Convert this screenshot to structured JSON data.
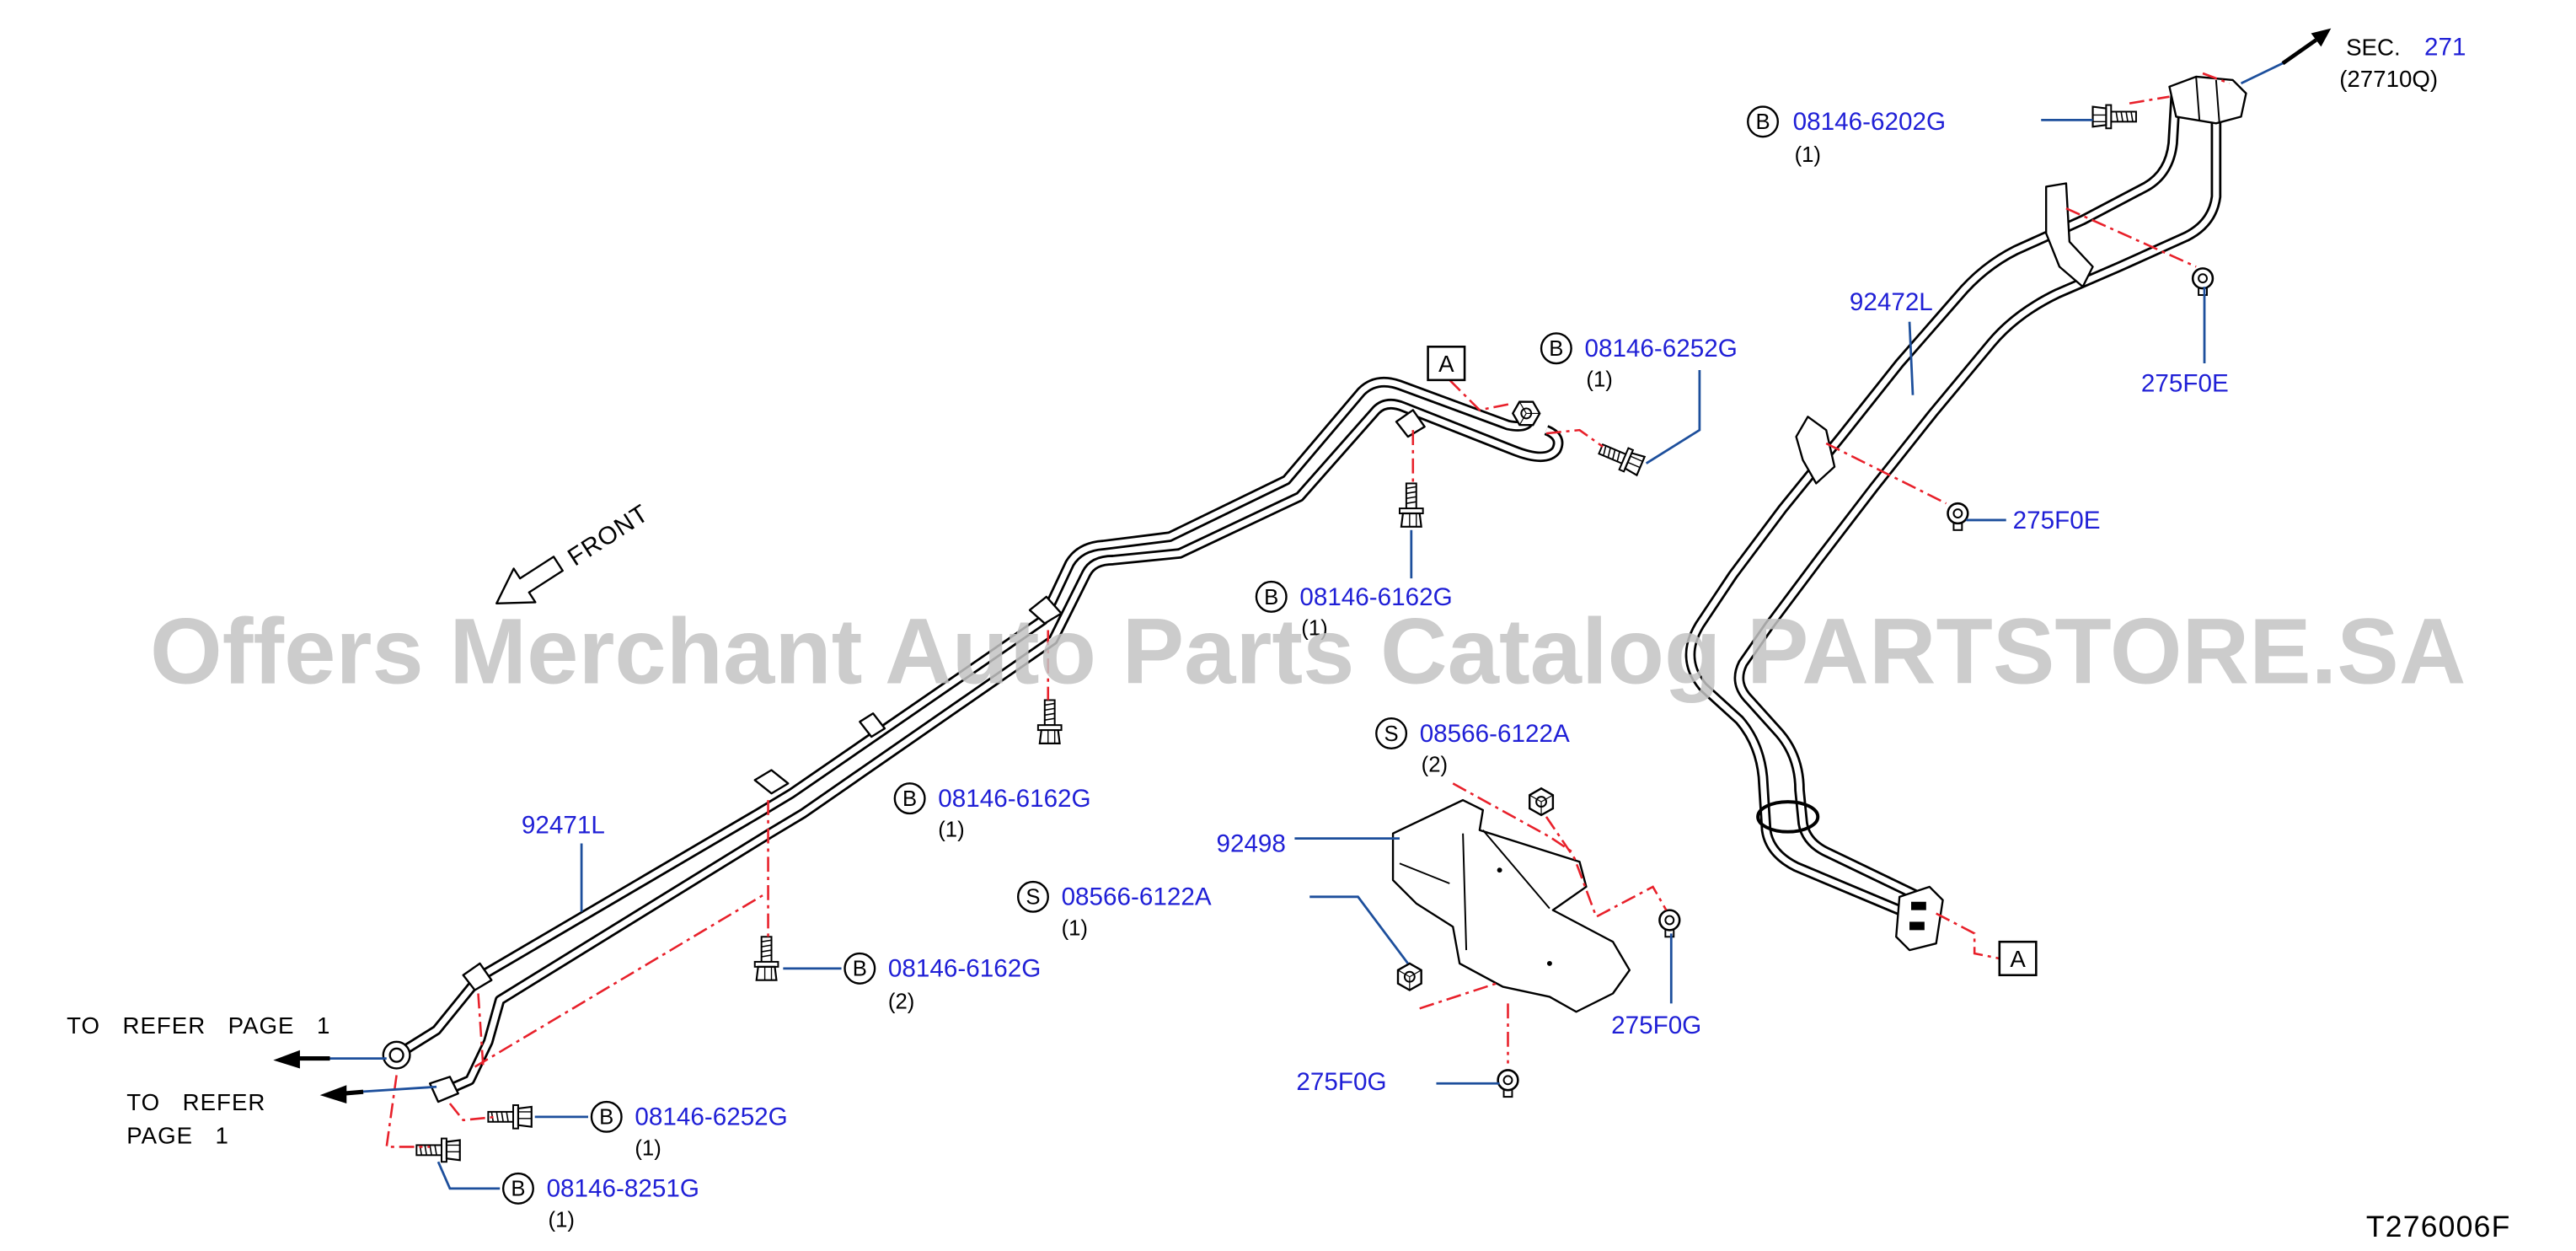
{
  "diagram": {
    "drawing_code": "T276006F",
    "watermark": "Offers Merchant Auto Parts Catalog PARTSTORE.SA",
    "front_label": "FRONT",
    "section_ref": {
      "prefix": "SEC.",
      "number": "271",
      "part": "(27710Q)"
    },
    "refer_upper": "TO REFER PAGE 1",
    "refer_lower": {
      "line1": "TO REFER",
      "line2": "PAGE 1"
    },
    "connector_labels": [
      "A",
      "A"
    ],
    "part_labels": [
      "92472L",
      "275F0E",
      "275F0E",
      "92471L",
      "92498",
      "275F0G",
      "275F0G"
    ],
    "callouts": [
      {
        "prefix": "B",
        "part": "08146-6202G",
        "qty": "(1)"
      },
      {
        "prefix": "B",
        "part": "08146-6252G",
        "qty": "(1)"
      },
      {
        "prefix": "B",
        "part": "08146-6162G",
        "qty": "(1)"
      },
      {
        "prefix": "S",
        "part": "08566-6122A",
        "qty": "(2)"
      },
      {
        "prefix": "B",
        "part": "08146-6162G",
        "qty": "(1)"
      },
      {
        "prefix": "S",
        "part": "08566-6122A",
        "qty": "(1)"
      },
      {
        "prefix": "B",
        "part": "08146-6162G",
        "qty": "(2)"
      },
      {
        "prefix": "B",
        "part": "08146-6252G",
        "qty": "(1)"
      },
      {
        "prefix": "B",
        "part": "08146-8251G",
        "qty": "(1)"
      }
    ]
  },
  "colors": {
    "part_link": "#1f1fd6",
    "leader_line": "#1d4f9c",
    "assembly_line": "#e8202a",
    "outline": "#000000",
    "watermark": "#c4c4c4"
  },
  "icons": {
    "front": "front-arrow-icon",
    "refer": "left-arrow-icon",
    "section": "up-right-arrow-icon"
  }
}
